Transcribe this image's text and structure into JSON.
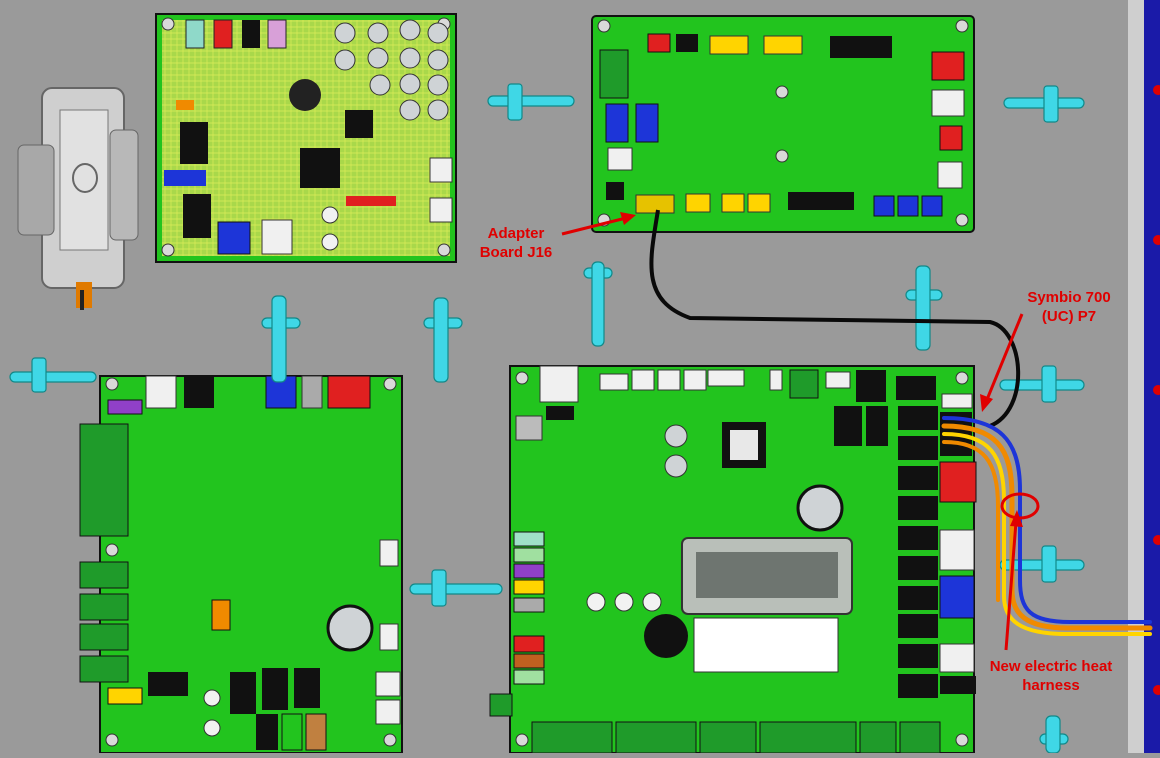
{
  "colors": {
    "background": "#9a9a9a",
    "board": "#22c41e",
    "board_yellow": "#a9d84a",
    "annotation": "#e00000",
    "harness_orange": "#f08a00",
    "harness_yellow": "#ffd400",
    "harness_blue": "#1d35d8",
    "cable": "#0a0a0a",
    "standoff": "#3fd7e6"
  },
  "callouts": {
    "adapter": "Adapter\nBoard J16",
    "symbio": "Symbio 700\n(UC) P7",
    "harness": "New electric heat\nharness"
  }
}
